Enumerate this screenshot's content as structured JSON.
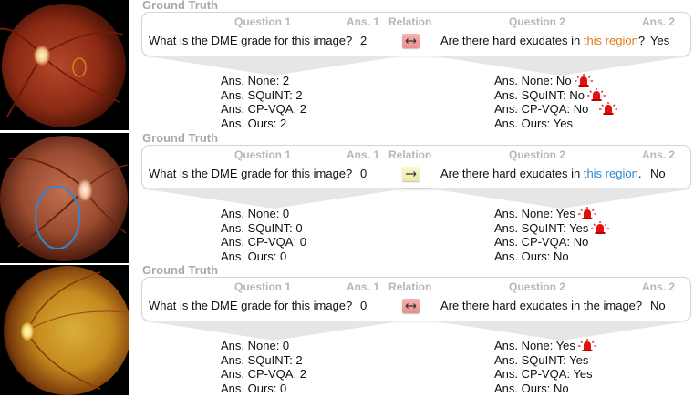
{
  "headers": {
    "q1": "Question 1",
    "a1": "Ans. 1",
    "relation": "Relation",
    "q2": "Question 2",
    "a2": "Ans. 2"
  },
  "examples": [
    {
      "title": "Ground Truth",
      "q1": "What is the DME grade for this image?",
      "a1": "2",
      "relation": "bidirectional",
      "q2_prefix": "Are there hard exudates in ",
      "q2_region": "this region",
      "q2_suffix": "?",
      "a2": "Yes",
      "region_color": "#e07a1a",
      "answers_q1": [
        "Ans. None: 2",
        "Ans. SQuINT: 2",
        "Ans. CP-VQA: 2",
        "Ans. Ours: 2"
      ],
      "answers_q2": [
        "Ans. None: No",
        "Ans. SQuINT: No",
        "Ans. CP-VQA: No",
        "Ans. Ours: Yes"
      ],
      "alerts_q2": [
        true,
        true,
        true,
        false
      ]
    },
    {
      "title": "Ground Truth",
      "q1": "What is the DME grade for this image?",
      "a1": "0",
      "relation": "forward",
      "q2_prefix": "Are there hard exudates in ",
      "q2_region": "this region",
      "q2_suffix": ".",
      "a2": "No",
      "region_color": "#2a8ad6",
      "answers_q1": [
        "Ans. None: 0",
        "Ans. SQuINT: 0",
        "Ans. CP-VQA: 0",
        "Ans. Ours: 0"
      ],
      "answers_q2": [
        "Ans. None: Yes",
        "Ans. SQuINT: Yes",
        "Ans. CP-VQA: No",
        "Ans. Ours: No"
      ],
      "alerts_q2": [
        true,
        true,
        false,
        false
      ]
    },
    {
      "title": "Ground Truth",
      "q1": "What is the DME grade for this image?",
      "a1": "0",
      "relation": "bidirectional",
      "q2_prefix": "Are there hard exudates in the image?",
      "q2_region": "",
      "q2_suffix": "",
      "a2": "No",
      "region_color": "",
      "answers_q1": [
        "Ans. None: 0",
        "Ans. SQuINT: 2",
        "Ans. CP-VQA: 2",
        "Ans. Ours: 0"
      ],
      "answers_q2": [
        "Ans. None: Yes",
        "Ans. SQuINT: Yes",
        "Ans. CP-VQA: Yes",
        "Ans. Ours: No"
      ],
      "alerts_q2": [
        true,
        false,
        false,
        false
      ]
    }
  ]
}
